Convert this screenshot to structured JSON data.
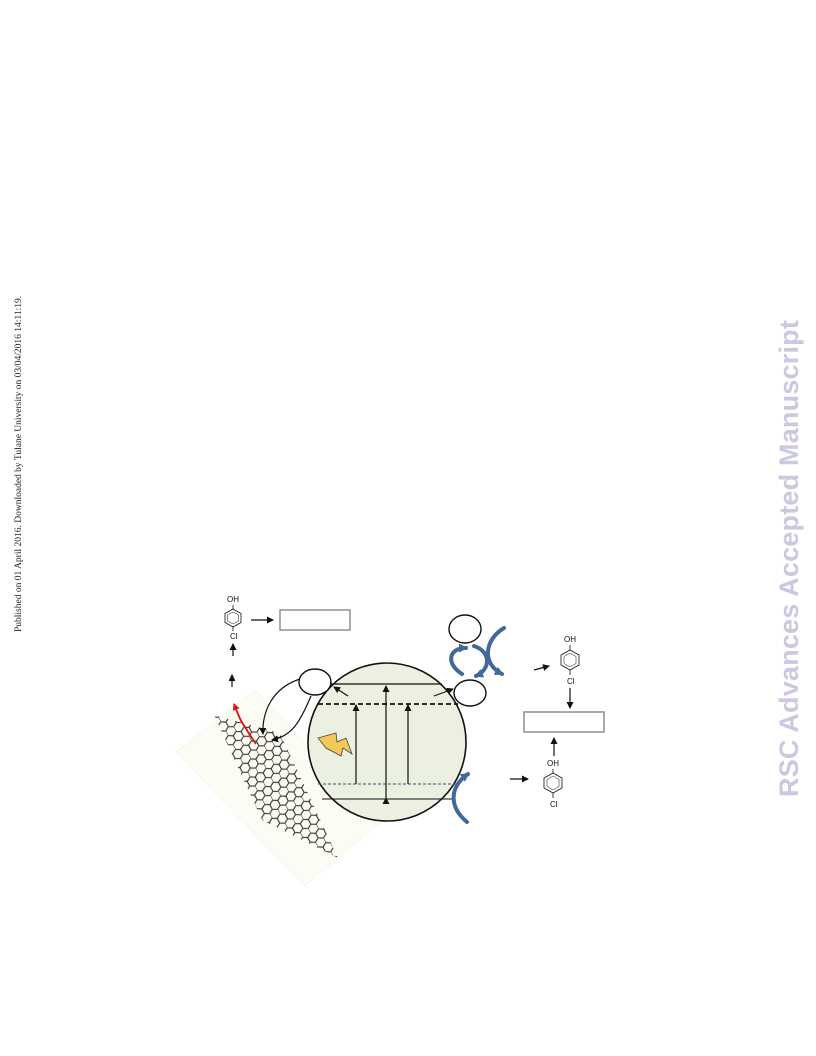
{
  "page": {
    "side_note": "Published on 01 April 2016. Downloaded by Tulane University on 03/04/2016 14:11:19.",
    "watermark": "RSC Advances Accepted Manuscript"
  },
  "figure": {
    "molecule_labels": {
      "hydroxyl": "OH",
      "chloro": "Cl"
    },
    "colors": {
      "semiconductor_fill": "#ebf0e0",
      "cycle_arrow": "#41689a",
      "electron_path": "#e01010",
      "light_bolt": "#f5c85a",
      "box_border": "#888888"
    },
    "icons": [
      "lightning-bolt-icon",
      "graphene-sheet",
      "chlorophenol-molecule"
    ]
  }
}
